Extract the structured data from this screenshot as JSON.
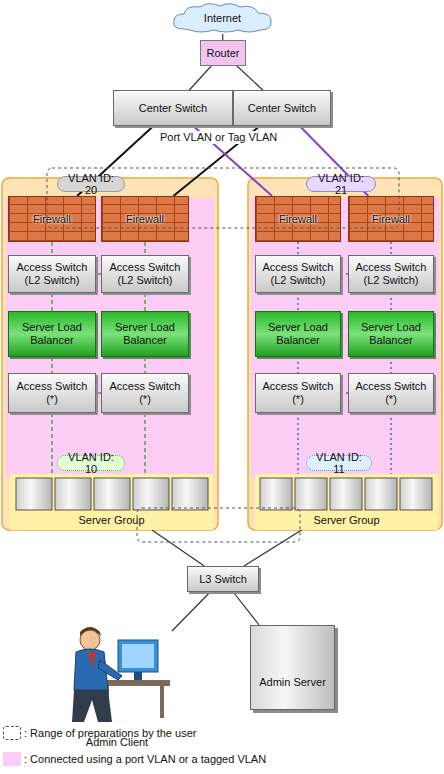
{
  "diagram": {
    "nodes": [
      {
        "text": [
          "Internet"
        ]
      },
      {
        "text": [
          "Router"
        ]
      },
      {
        "text": [
          "Center Switch"
        ]
      },
      {
        "text": [
          "Center Switch"
        ]
      },
      {
        "text": [
          "VLAN ID: 20"
        ]
      },
      {
        "text": [
          "VLAN ID: 21"
        ]
      },
      {
        "text": [
          "Firewall"
        ]
      },
      {
        "text": [
          "Firewall"
        ]
      },
      {
        "text": [
          "Firewall"
        ]
      },
      {
        "text": [
          "Firewall"
        ]
      },
      {
        "text": [
          "Access Switch (L2 Switch)"
        ]
      },
      {
        "text": [
          "Access Switch (L2 Switch)"
        ]
      },
      {
        "text": [
          "Access Switch (L2 Switch)"
        ]
      },
      {
        "text": [
          "Access Switch (L2 Switch)"
        ]
      },
      {
        "text": [
          "Server Load Balancer"
        ]
      },
      {
        "text": [
          "Server Load Balancer"
        ]
      },
      {
        "text": [
          "Server Load Balancer"
        ]
      },
      {
        "text": [
          "Server Load Balancer"
        ]
      },
      {
        "text": [
          "Access Switch (*)"
        ]
      },
      {
        "text": [
          "Access Switch (*)"
        ]
      },
      {
        "text": [
          "Access Switch (*)"
        ]
      },
      {
        "text": [
          "Access Switch (*)"
        ]
      },
      {
        "text": [
          "VLAN ID: 10"
        ]
      },
      {
        "text": [
          "VLAN ID: 11"
        ]
      },
      {
        "text": [
          "Server Group"
        ]
      },
      {
        "text": [
          "Server Group"
        ]
      },
      {
        "text": [
          "L3 Switch"
        ]
      },
      {
        "text": [
          "Admin Client"
        ]
      },
      {
        "text": [
          "Admin Server"
        ]
      }
    ],
    "edges": [
      {
        "from": 0,
        "to": 1,
        "arrow": "none"
      },
      {
        "from": 1,
        "to": 2,
        "arrow": "none"
      },
      {
        "from": 1,
        "to": 3,
        "arrow": "none"
      },
      {
        "from": 2,
        "to": 6,
        "arrow": "none"
      },
      {
        "from": 3,
        "to": 7,
        "arrow": "none"
      },
      {
        "from": 2,
        "to": 8,
        "arrow": "none"
      },
      {
        "from": 3,
        "to": 9,
        "arrow": "none"
      },
      {
        "from": 6,
        "to": 10,
        "arrow": "none"
      },
      {
        "from": 7,
        "to": 11,
        "arrow": "none"
      },
      {
        "from": 8,
        "to": 12,
        "arrow": "none"
      },
      {
        "from": 9,
        "to": 13,
        "arrow": "none"
      },
      {
        "from": 10,
        "to": 14,
        "arrow": "none"
      },
      {
        "from": 11,
        "to": 15,
        "arrow": "none"
      },
      {
        "from": 12,
        "to": 16,
        "arrow": "none"
      },
      {
        "from": 13,
        "to": 17,
        "arrow": "none"
      },
      {
        "from": 14,
        "to": 18,
        "arrow": "none"
      },
      {
        "from": 15,
        "to": 19,
        "arrow": "none"
      },
      {
        "from": 16,
        "to": 20,
        "arrow": "none"
      },
      {
        "from": 17,
        "to": 21,
        "arrow": "none"
      },
      {
        "from": 10,
        "to": 11,
        "arrow": "none"
      },
      {
        "from": 12,
        "to": 13,
        "arrow": "none"
      },
      {
        "from": 18,
        "to": 19,
        "arrow": "none"
      },
      {
        "from": 20,
        "to": 21,
        "arrow": "none"
      },
      {
        "from": 18,
        "to": 24,
        "arrow": "none"
      },
      {
        "from": 19,
        "to": 24,
        "arrow": "none"
      },
      {
        "from": 20,
        "to": 25,
        "arrow": "none"
      },
      {
        "from": 21,
        "to": 25,
        "arrow": "none"
      },
      {
        "from": 24,
        "to": 26,
        "arrow": "none"
      },
      {
        "from": 25,
        "to": 26,
        "arrow": "none"
      },
      {
        "from": 26,
        "to": 27,
        "arrow": "none"
      },
      {
        "from": 26,
        "to": 28,
        "arrow": "none"
      }
    ],
    "labels": [
      "Port VLAN or Tag VLAN"
    ],
    "legend": [
      {
        "text": ": Range of preparations by the user"
      },
      {
        "text": ": Connected using a port VLAN or a tagged VLAN",
        "color": "#fbcdf5"
      }
    ]
  }
}
